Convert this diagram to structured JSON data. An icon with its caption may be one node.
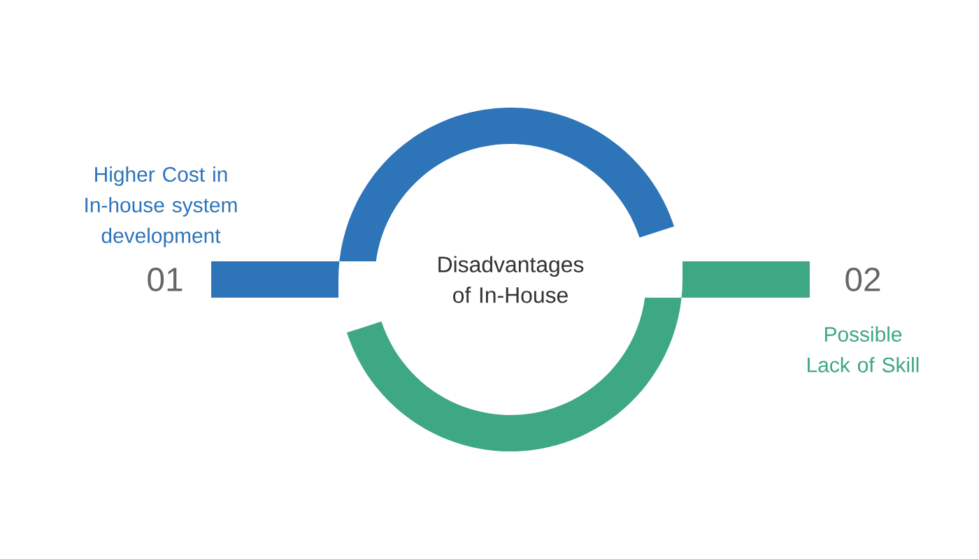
{
  "diagram": {
    "nodes": [
      {
        "text": [
          "Disadvantages of In-House"
        ]
      }
    ],
    "labels": [
      "Higher Cost in In-house system development",
      "01",
      "02",
      "Possible Lack of Skill"
    ]
  }
}
